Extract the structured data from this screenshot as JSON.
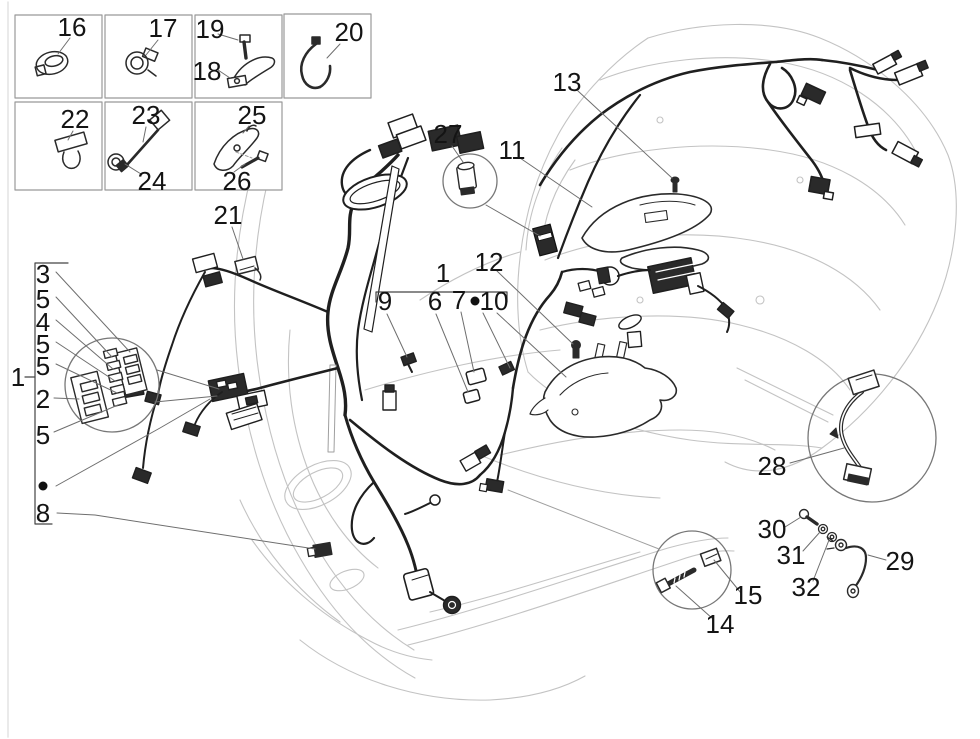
{
  "diagram": {
    "type": "exploded-parts-diagram",
    "subject": "scooter main cable harness and electrical fasteners",
    "colors": {
      "background": "#ffffff",
      "body_outline_light": "#c3c3c3",
      "body_outline_mid": "#9f9f9f",
      "harness_dark": "#1f1f1f",
      "leader_line": "#6e6e6e",
      "detail_circle": "#777777",
      "legend_box_border": "#999999",
      "label_text": "#141414"
    }
  },
  "legend_boxes": [
    {
      "parts": [
        "16"
      ]
    },
    {
      "parts": [
        "17"
      ]
    },
    {
      "parts": [
        "19",
        "18"
      ]
    },
    {
      "parts": [
        "20"
      ]
    },
    {
      "parts": [
        "22"
      ]
    },
    {
      "parts": [
        "23",
        "24"
      ]
    },
    {
      "parts": [
        "25",
        "26"
      ]
    }
  ],
  "figure_groups": {
    "left_bracket_items": [
      "3",
      "5",
      "4",
      "5",
      "5",
      "2",
      "5",
      "8"
    ],
    "left_bracket_label": "1",
    "center_bracket_items": [
      "9",
      "6",
      "7",
      "10"
    ],
    "center_bracket_label": "1",
    "detail_circle_parts": [
      "2-3-4-5 fuse block",
      "27",
      "28",
      "14-15"
    ]
  },
  "callouts": [
    {
      "id": "16",
      "text": "16"
    },
    {
      "id": "17",
      "text": "17"
    },
    {
      "id": "19",
      "text": "19"
    },
    {
      "id": "18",
      "text": "18"
    },
    {
      "id": "20",
      "text": "20"
    },
    {
      "id": "22",
      "text": "22"
    },
    {
      "id": "23",
      "text": "23"
    },
    {
      "id": "24",
      "text": "24"
    },
    {
      "id": "25",
      "text": "25"
    },
    {
      "id": "26",
      "text": "26"
    },
    {
      "id": "21",
      "text": "21"
    },
    {
      "id": "27",
      "text": "27"
    },
    {
      "id": "11",
      "text": "11"
    },
    {
      "id": "13",
      "text": "13"
    },
    {
      "id": "1-left",
      "text": "1"
    },
    {
      "id": "3",
      "text": "3"
    },
    {
      "id": "5-a",
      "text": "5"
    },
    {
      "id": "4",
      "text": "4"
    },
    {
      "id": "5-b",
      "text": "5"
    },
    {
      "id": "5-c",
      "text": "5"
    },
    {
      "id": "2",
      "text": "2"
    },
    {
      "id": "5-d",
      "text": "5"
    },
    {
      "id": "8",
      "text": "8"
    },
    {
      "id": "1-center",
      "text": "1"
    },
    {
      "id": "9",
      "text": "9"
    },
    {
      "id": "6",
      "text": "6"
    },
    {
      "id": "7",
      "text": "7"
    },
    {
      "id": "10",
      "text": "10"
    },
    {
      "id": "12",
      "text": "12"
    },
    {
      "id": "28",
      "text": "28"
    },
    {
      "id": "30",
      "text": "30"
    },
    {
      "id": "31",
      "text": "31"
    },
    {
      "id": "32",
      "text": "32"
    },
    {
      "id": "29",
      "text": "29"
    },
    {
      "id": "15",
      "text": "15"
    },
    {
      "id": "14",
      "text": "14"
    },
    {
      "id": "bullet-left",
      "text": "•"
    },
    {
      "id": "bullet-center",
      "text": "•"
    }
  ]
}
